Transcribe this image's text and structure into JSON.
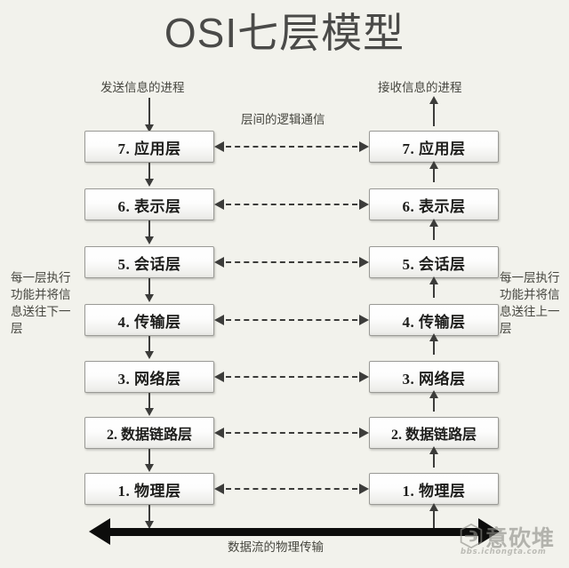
{
  "diagram": {
    "title": "OSI七层模型",
    "background_color": "#f2f2ec",
    "box_border_color": "#9a9a96",
    "arrow_color": "#3c3c3a",
    "thick_arrow_color": "#0d0d0c"
  },
  "captions": {
    "sender_process": "发送信息的进程",
    "receiver_process": "接收信息的进程",
    "interlayer_logical_comm": "层间的逻辑通信",
    "left_side_note": "每一层执行功能并将信息送往下一层",
    "right_side_note": "每一层执行功能并将信息送往上一层",
    "bottom_note": "数据流的物理传输"
  },
  "layers": [
    {
      "number": "7",
      "label": "7. 应用层"
    },
    {
      "number": "6",
      "label": "6. 表示层"
    },
    {
      "number": "5",
      "label": "5. 会话层"
    },
    {
      "number": "4",
      "label": "4. 传输层"
    },
    {
      "number": "3",
      "label": "3. 网络层"
    },
    {
      "number": "2",
      "label": "2. 数据链路层"
    },
    {
      "number": "1",
      "label": "1. 物理层"
    }
  ],
  "watermark": {
    "text": "意砍堆",
    "domain": "bbs.ichongta.com"
  }
}
